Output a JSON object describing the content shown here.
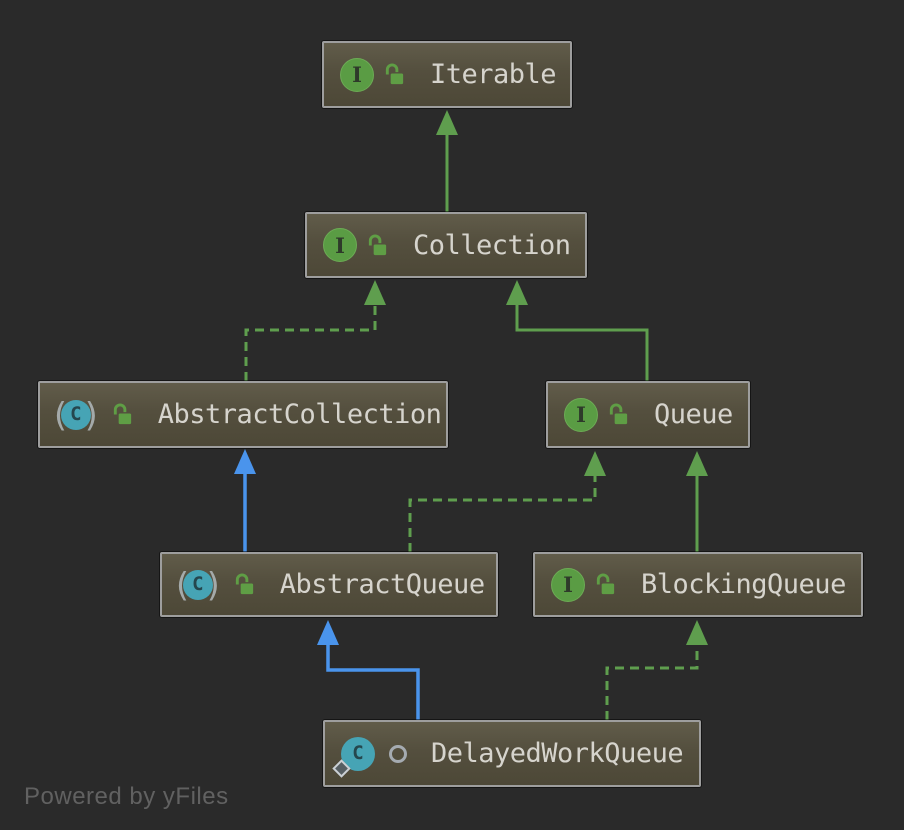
{
  "app": {
    "watermark": "Powered by yFiles"
  },
  "icons": {
    "interface_letter": "I",
    "class_letter": "C",
    "paren_open": "(",
    "paren_close": ")"
  },
  "colors": {
    "background": "#2a2a2a",
    "node_fill": "#544f3e",
    "node_border": "#9e9e9e",
    "edge_green": "#5f9e4e",
    "edge_blue": "#4a94ec",
    "label_text": "#d6d4cd",
    "interface_icon": "#5a9c44",
    "class_icon_teal": "#46a4b5",
    "watermark_text": "#616161"
  },
  "diagram": {
    "nodes": [
      {
        "label": "Iterable",
        "kind": "interface",
        "visibility": "public"
      },
      {
        "label": "Collection",
        "kind": "interface",
        "visibility": "public"
      },
      {
        "label": "AbstractCollection",
        "kind": "abstract-class",
        "visibility": "public"
      },
      {
        "label": "Queue",
        "kind": "interface",
        "visibility": "public"
      },
      {
        "label": "AbstractQueue",
        "kind": "abstract-class",
        "visibility": "public"
      },
      {
        "label": "BlockingQueue",
        "kind": "interface",
        "visibility": "public"
      },
      {
        "label": "DelayedWorkQueue",
        "kind": "class",
        "visibility": "package-private"
      }
    ],
    "edges": [
      {
        "from": "Collection",
        "to": "Iterable",
        "relation": "extends",
        "style": "solid-green"
      },
      {
        "from": "AbstractCollection",
        "to": "Collection",
        "relation": "implements",
        "style": "dashed-green"
      },
      {
        "from": "Queue",
        "to": "Collection",
        "relation": "extends",
        "style": "solid-green"
      },
      {
        "from": "AbstractQueue",
        "to": "AbstractCollection",
        "relation": "extends",
        "style": "solid-blue"
      },
      {
        "from": "AbstractQueue",
        "to": "Queue",
        "relation": "implements",
        "style": "dashed-green"
      },
      {
        "from": "BlockingQueue",
        "to": "Queue",
        "relation": "extends",
        "style": "solid-green"
      },
      {
        "from": "DelayedWorkQueue",
        "to": "AbstractQueue",
        "relation": "extends",
        "style": "solid-blue"
      },
      {
        "from": "DelayedWorkQueue",
        "to": "BlockingQueue",
        "relation": "implements",
        "style": "dashed-green"
      }
    ]
  }
}
